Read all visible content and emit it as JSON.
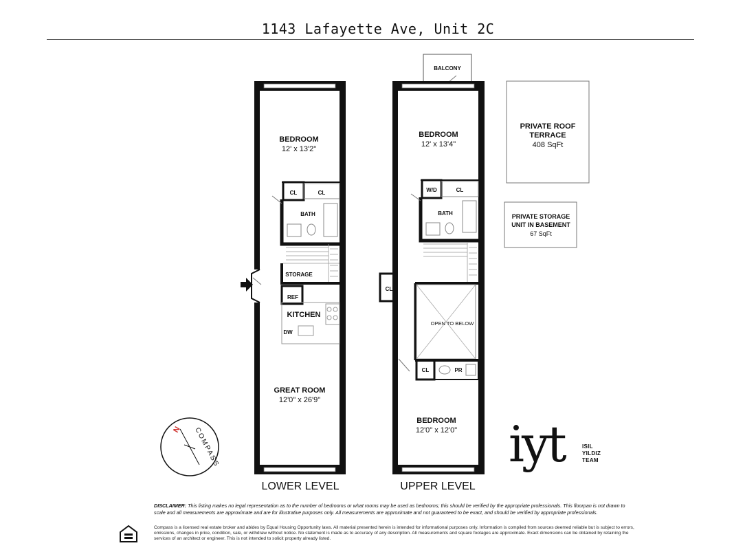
{
  "header": {
    "title": "1143 Lafayette Ave, Unit 2C"
  },
  "lower_level": {
    "label": "LOWER LEVEL",
    "bedroom": {
      "name": "BEDROOM",
      "dims": "12' x 13'2\""
    },
    "closet_1": "CL",
    "closet_2": "CL",
    "bath": "BATH",
    "storage": "STORAGE",
    "ref": "REF",
    "kitchen": "KITCHEN",
    "dw": "DW",
    "great_room": {
      "name": "GREAT ROOM",
      "dims": "12'0\" x 26'9\""
    }
  },
  "upper_level": {
    "label": "UPPER LEVEL",
    "balcony": "BALCONY",
    "bedroom_1": {
      "name": "BEDROOM",
      "dims": "12' x 13'4\""
    },
    "wd": "W/D",
    "closet_1": "CL",
    "bath": "BATH",
    "closet_side": "CL",
    "open_to_below": "OPEN TO BELOW",
    "closet_2": "CL",
    "pr": "PR",
    "bedroom_2": {
      "name": "BEDROOM",
      "dims": "12'0\" x 12'0\""
    }
  },
  "roof_terrace": {
    "line1": "PRIVATE ROOF",
    "line2": "TERRACE",
    "area": "408 SqFt"
  },
  "storage_unit": {
    "line1": "PRIVATE STORAGE",
    "line2": "UNIT IN BASEMENT",
    "area": "67 SqFt"
  },
  "compass_rose": {
    "north": "N",
    "brand": "COMPASS"
  },
  "logo": {
    "mark": "iyt",
    "line1": "ISIL YILDIZ",
    "line2": "TEAM"
  },
  "disclaimer": {
    "heading": "DISCLAIMER:",
    "text": "This listing makes no legal representation as to the number of bedrooms or what rooms may be used as bedrooms; this should be verified by the appropriate professionals. This floorpan is not drawn to scale and all measurements are approximate and are for illustrative purposes only. All measurements are approximate and not guaranteed to be exact, and should be verified by appropriate professionals.",
    "legal": "Compass is a licensed real estate broker and abides by Equal Housing Opportunity laws. All material presented herein is intended for informational purposes only. Information is compiled from sources deemed reliable but is subject to errors, omissions, changes in price, condition, sale, or withdraw without notice. No statement is made as to accuracy of any description. All measurements and square footages are approximate. Exact dimensions can be obtained by retaining the services of an architect or engineer. This is not intended to solicit property already listed."
  },
  "icons": {
    "entry": "arrow-right-icon",
    "equal_housing": "equal-housing-icon",
    "compass": "compass-rose-icon"
  }
}
